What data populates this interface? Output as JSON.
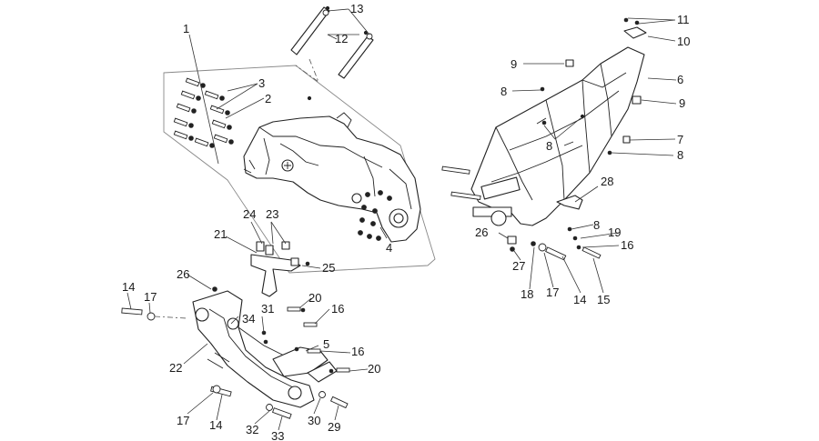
{
  "labels": {
    "l1": "1",
    "l2": "2",
    "l3": "3",
    "l4": "4",
    "l5": "5",
    "l6": "6",
    "l7": "7",
    "l8a": "8",
    "l8b": "8",
    "l8c": "8",
    "l8d": "8",
    "l9a": "9",
    "l9b": "9",
    "l10": "10",
    "l11": "11",
    "l12": "12",
    "l13": "13",
    "l14a": "14",
    "l14b": "14",
    "l14c": "14",
    "l15": "15",
    "l16a": "16",
    "l16b": "16",
    "l16c": "16",
    "l17a": "17",
    "l17b": "17",
    "l17c": "17",
    "l18": "18",
    "l19": "19",
    "l20a": "20",
    "l20b": "20",
    "l21": "21",
    "l22": "22",
    "l23": "23",
    "l24": "24",
    "l25": "25",
    "l26a": "26",
    "l26b": "26",
    "l27": "27",
    "l28": "28",
    "l29": "29",
    "l30": "30",
    "l31": "31",
    "l32": "32",
    "l33": "33",
    "l34": "34"
  }
}
